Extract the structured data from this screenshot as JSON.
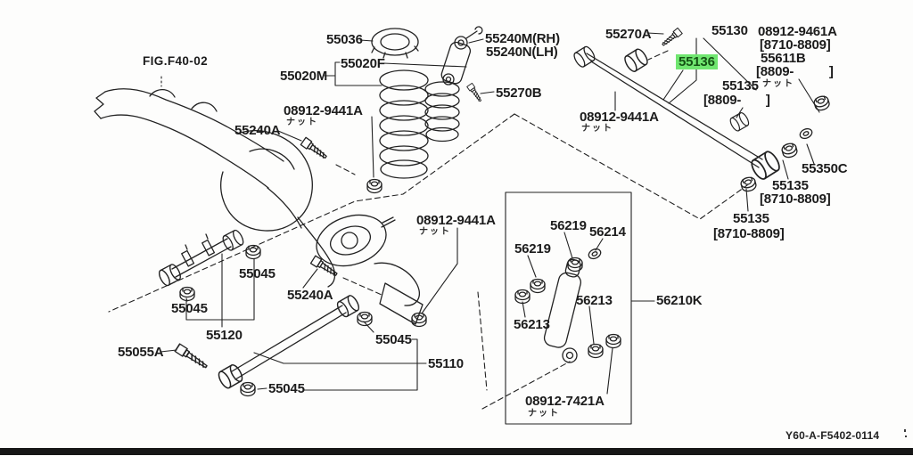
{
  "figure": {
    "fig_ref": "FIG.F40-02",
    "drawing_code": "Y60-A-F5402-0114",
    "highlight_color": "#70e670",
    "highlight_text_color": "#145214",
    "line_color": "#222222",
    "background_color": "#fdfdfc"
  },
  "labels": {
    "fig_ref": "FIG.F40-02",
    "p55036": "55036",
    "p55020F": "55020F",
    "p55020M": "55020M",
    "p08912_9441A_1": "08912-9441A",
    "nut_note_1": "ナット",
    "p55240A_1": "55240A",
    "p55240M": "55240M(RH)",
    "p55240N": "55240N(LH)",
    "p55270B": "55270B",
    "p55270A": "55270A",
    "p55130": "55130",
    "p08912_9461A": "08912-9461A",
    "range_8710_8809_a": "[8710-8809]",
    "p55611B": "55611B",
    "range_8809_a": "[8809-          ]",
    "nut_note_2": "ナット",
    "p55135_a": "55135",
    "range_8809_b": "[8809-       ]",
    "p55136": "55136",
    "p08912_9441A_2": "08912-9441A",
    "nut_note_3": "ナット",
    "p55350C": "55350C",
    "p55135_b": "55135",
    "range_8710_8809_b": "[8710-8809]",
    "p55135_c": "55135",
    "range_8710_8809_c": "[8710-8809]",
    "p08912_9441A_3": "08912-9441A",
    "nut_note_4": "ナット",
    "p55240A_2": "55240A",
    "p55045_1": "55045",
    "p55045_2": "55045",
    "p55120": "55120",
    "p55055A": "55055A",
    "p55045_3": "55045",
    "p55110": "55110",
    "p55045_4": "55045",
    "p56219_1": "56219",
    "p56214": "56214",
    "p56219_2": "56219",
    "p56213_1": "56213",
    "p56213_2": "56213",
    "p56210K": "56210K",
    "p08912_7421A": "08912-7421A",
    "nut_note_5": "ナット",
    "drawing_code": "Y60-A-F5402-0114"
  }
}
